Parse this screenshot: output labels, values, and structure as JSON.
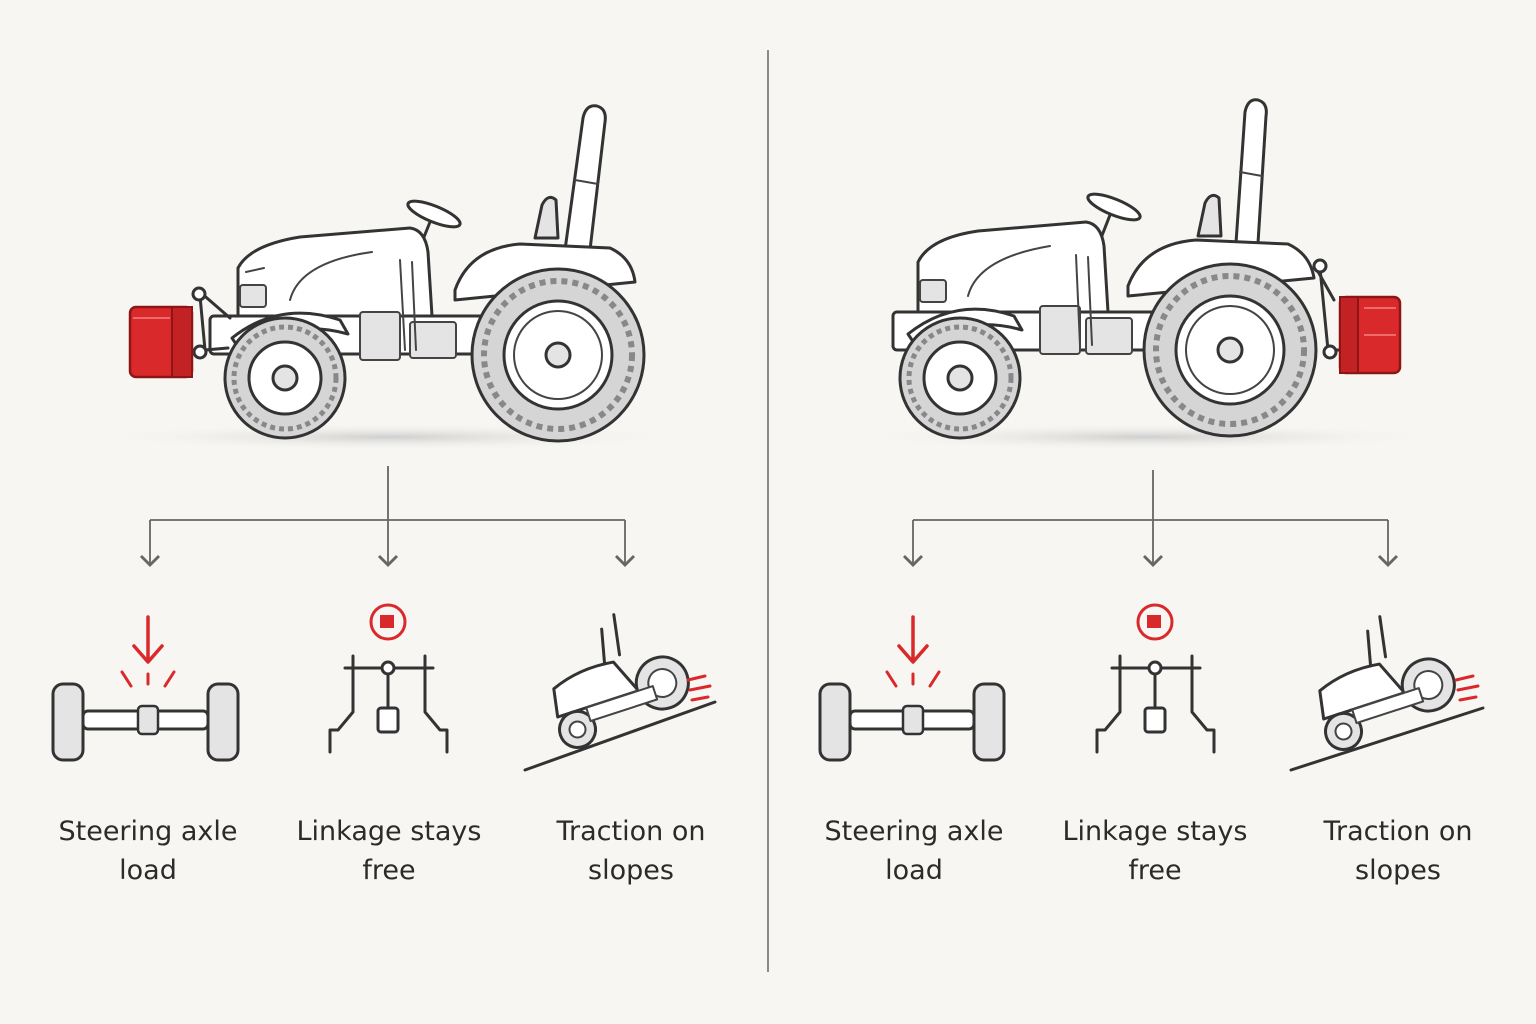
{
  "colors": {
    "background": "#f7f6f2",
    "accent_red": "#d9292b",
    "line": "#333333",
    "divider": "#8a8a8a"
  },
  "panels": [
    {
      "id": "left",
      "weight_position": "front",
      "items": [
        {
          "icon": "axle-load-icon",
          "label_line1": "Steering axle",
          "label_line2": "load"
        },
        {
          "icon": "linkage-free-icon",
          "label_line1": "Linkage stays",
          "label_line2": "free"
        },
        {
          "icon": "slope-traction-icon",
          "label_line1": "Traction on",
          "label_line2": "slopes"
        }
      ]
    },
    {
      "id": "right",
      "weight_position": "rear",
      "items": [
        {
          "icon": "axle-load-icon",
          "label_line1": "Steering axle",
          "label_line2": "load"
        },
        {
          "icon": "linkage-free-icon",
          "label_line1": "Linkage stays",
          "label_line2": "free"
        },
        {
          "icon": "slope-traction-icon",
          "label_line1": "Traction on",
          "label_line2": "slopes"
        }
      ]
    }
  ]
}
